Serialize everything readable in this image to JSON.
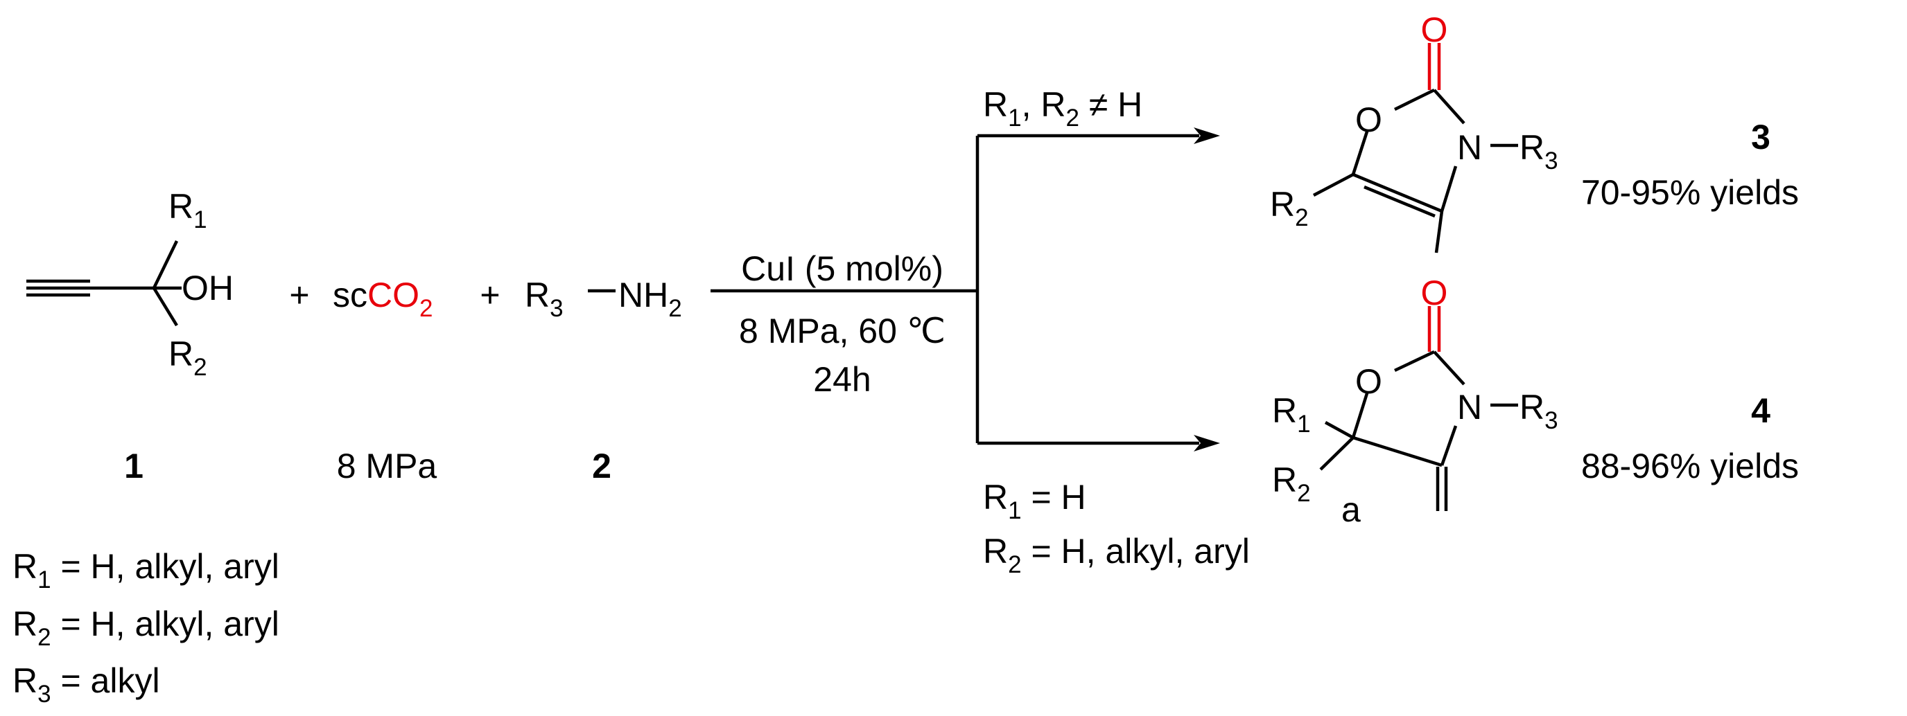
{
  "scheme": {
    "reactant1": {
      "r1": "R",
      "r1_sub": "1",
      "oh": "OH",
      "r2": "R",
      "r2_sub": "2",
      "number": "1"
    },
    "plus": "+",
    "co2": {
      "prefix": "sc",
      "co": "CO",
      "sub": "2",
      "pressure": "8 MPa"
    },
    "reactant2": {
      "r3": "R",
      "r3_sub": "3",
      "nh": "NH",
      "nh_sub": "2",
      "number": "2"
    },
    "conditions": {
      "catalyst": "CuI (5 mol%)",
      "pressure_temp": "8 MPa, 60 ℃",
      "time": "24h"
    },
    "upper_branch": {
      "r1": "R",
      "r1_sub": "1",
      "rest": ", R",
      "r2_sub": "2",
      "cond": " ≠ H"
    },
    "lower_branch": {
      "line1": {
        "r": "R",
        "sub": "1",
        "text": " = H"
      },
      "line2": {
        "r": "R",
        "sub": "2",
        "text": " = H, alkyl, aryl"
      }
    },
    "product3": {
      "o_carbonyl": "O",
      "o_ring": "O",
      "n": "N",
      "r3": "R",
      "r3_sub": "3",
      "dash": "–",
      "r2": "R",
      "r2_sub": "2",
      "number": "3",
      "yield": "70-95% yields"
    },
    "product4": {
      "o_carbonyl": "O",
      "o_ring": "O",
      "n": "N",
      "r3": "R",
      "r3_sub": "3",
      "dash": "–",
      "r1": "R",
      "r1_sub": "1",
      "r2": "R",
      "r2_sub": "2",
      "label_a": "a",
      "number": "4",
      "yield": "88-96% yields"
    },
    "legend": [
      {
        "r": "R",
        "sub": "1",
        "text": " = H, alkyl, aryl"
      },
      {
        "r": "R",
        "sub": "2",
        "text": " = H, alkyl, aryl"
      },
      {
        "r": "R",
        "sub": "3",
        "text": " = alkyl"
      }
    ]
  }
}
